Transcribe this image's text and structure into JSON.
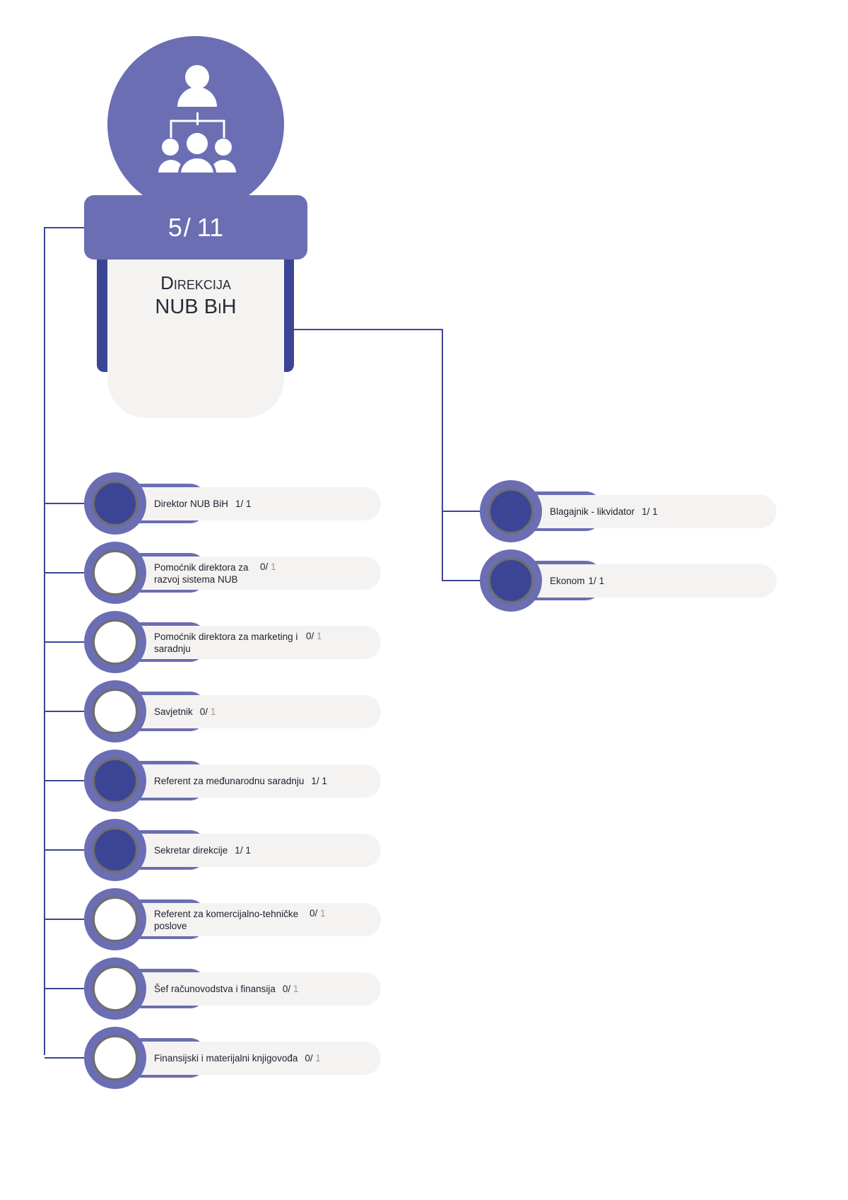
{
  "header": {
    "icon": "org-hierarchy-icon",
    "count_filled": "5",
    "count_total": "11",
    "title_line1": "Direkcija",
    "title_line2_main": "NUB B",
    "title_line2_sc": "i",
    "title_line2_end": "H"
  },
  "colors": {
    "primary": "#6b6eb3",
    "dark": "#3c4595",
    "card": "#f4f3f1",
    "line": "#3c4595"
  },
  "left_items": [
    {
      "label": "Direktor NUB BiH",
      "filled": "1",
      "total": "1"
    },
    {
      "label": "Pomoćnik direktora za razvoj sistema NUB",
      "filled": "0",
      "total": "1"
    },
    {
      "label": "Pomoćnik direktora za marketing i saradnju",
      "filled": "0",
      "total": "1"
    },
    {
      "label": "Savjetnik",
      "filled": "0",
      "total": "1"
    },
    {
      "label": "Referent za međunarodnu saradnju",
      "filled": "1",
      "total": "1"
    },
    {
      "label": "Sekretar direkcije",
      "filled": "1",
      "total": "1"
    },
    {
      "label": "Referent za komercijalno-tehničke poslove",
      "filled": "0",
      "total": "1"
    },
    {
      "label": "Šef računovodstva i finansija",
      "filled": "0",
      "total": "1"
    },
    {
      "label": "Finansijski i materijalni knjigovođa",
      "filled": "0",
      "total": "1"
    }
  ],
  "right_items": [
    {
      "label": "Blagajnik - likvidator",
      "filled": "1",
      "total": "1"
    },
    {
      "label": "Ekonom",
      "filled": "1",
      "total": "1"
    }
  ]
}
